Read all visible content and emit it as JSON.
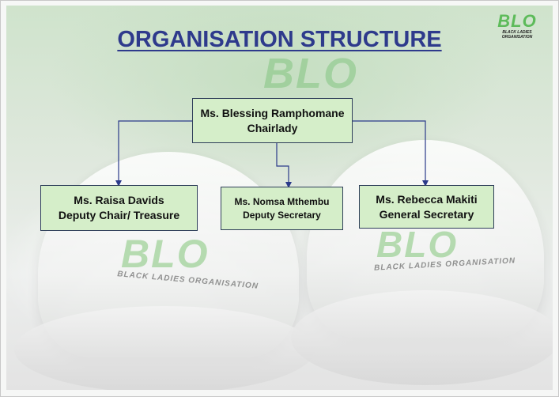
{
  "title": "ORGANISATION STRUCTURE",
  "logo": {
    "mark": "BLO",
    "subtitle_line1": "BLACK LADIES",
    "subtitle_line2": "ORGANISATION"
  },
  "watermark": {
    "mark": "BLO",
    "subtitle": "BLACK LADIES ORGANISATION"
  },
  "nodes": {
    "chair": {
      "name": "Ms. Blessing Ramphomane",
      "role": "Chairlady"
    },
    "deputy": {
      "name": "Ms. Raisa Davids",
      "role": "Deputy Chair/ Treasure"
    },
    "deputy_sec": {
      "name": "Ms. Nomsa Mthembu",
      "role": "Deputy Secretary"
    },
    "general_sec": {
      "name": "Ms. Rebecca Makiti",
      "role": "General Secretary"
    }
  },
  "colors": {
    "title": "#2e3a8c",
    "box_fill": "#d5eec9",
    "box_border": "#2f3f5a",
    "connector": "#2b3a8a",
    "logo_green": "#5dbb5a"
  }
}
